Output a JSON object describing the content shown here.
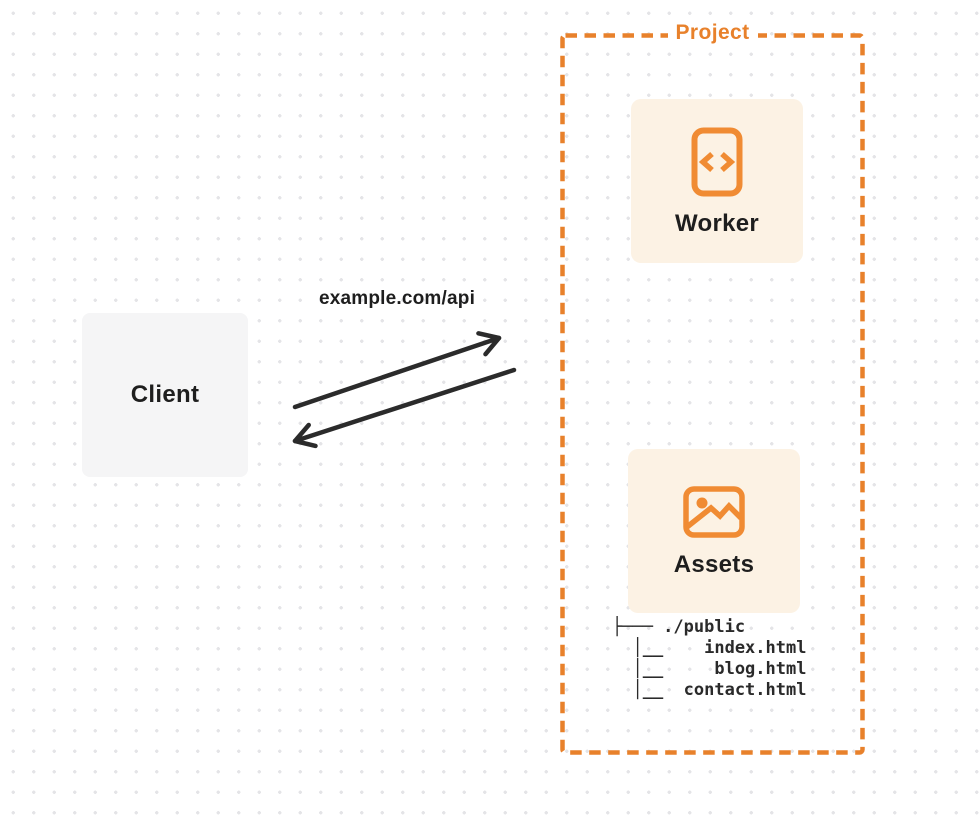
{
  "client": {
    "label": "Client"
  },
  "request": {
    "label": "example.com/api"
  },
  "project": {
    "label": "Project",
    "worker": {
      "label": "Worker",
      "icon": "code-icon"
    },
    "assets": {
      "label": "Assets",
      "icon": "image-icon"
    },
    "file_tree": [
      "├─── ./public",
      "  │__    index.html",
      "  │__     blog.html",
      "  │__  contact.html"
    ]
  },
  "colors": {
    "accent_border": "#e8812b",
    "accent_icon": "#f08b33",
    "card_background": "#fcf2e4",
    "client_background": "#f5f5f6",
    "arrow_ink": "#2b2b2b",
    "text_ink": "#1e1e1e",
    "dot_grid": "#e4e4e7"
  }
}
